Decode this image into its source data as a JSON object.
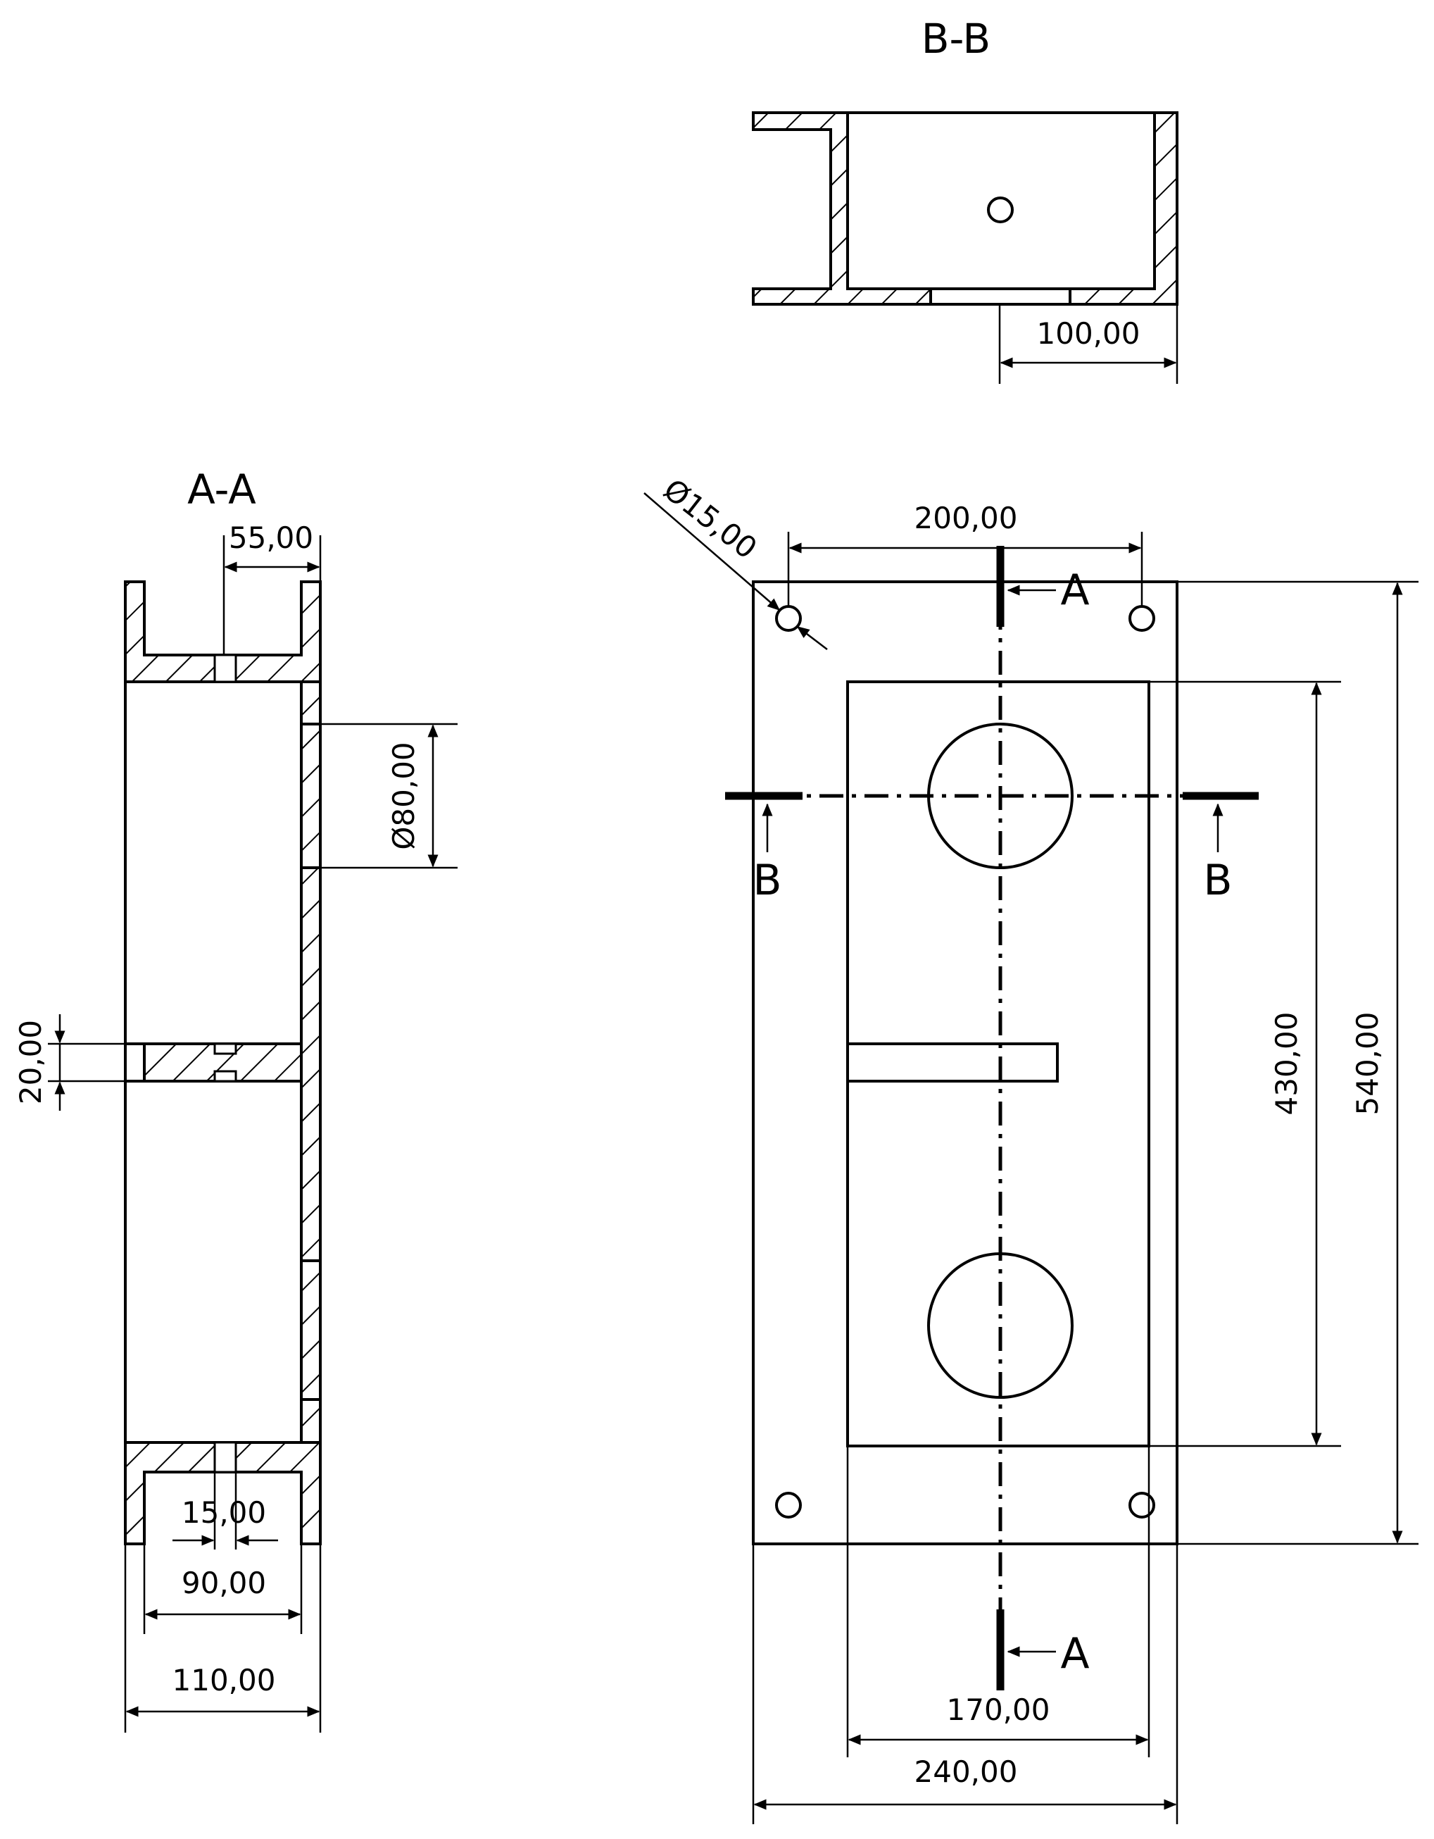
{
  "views": {
    "section_bb_title": "B-B",
    "section_aa_title": "A-A"
  },
  "cut_labels": {
    "a_top": "A",
    "a_bottom": "A",
    "b_left": "B",
    "b_right": "B"
  },
  "dimensions": {
    "bb_100": "100,00",
    "aa_55": "55,00",
    "aa_d80": "Ø80,00",
    "aa_20": "20,00",
    "aa_15": "15,00",
    "aa_90": "90,00",
    "aa_110": "110,00",
    "front_d15": "Ø15,00",
    "front_200": "200,00",
    "front_430": "430,00",
    "front_540": "540,00",
    "front_170": "170,00",
    "front_240": "240,00"
  }
}
